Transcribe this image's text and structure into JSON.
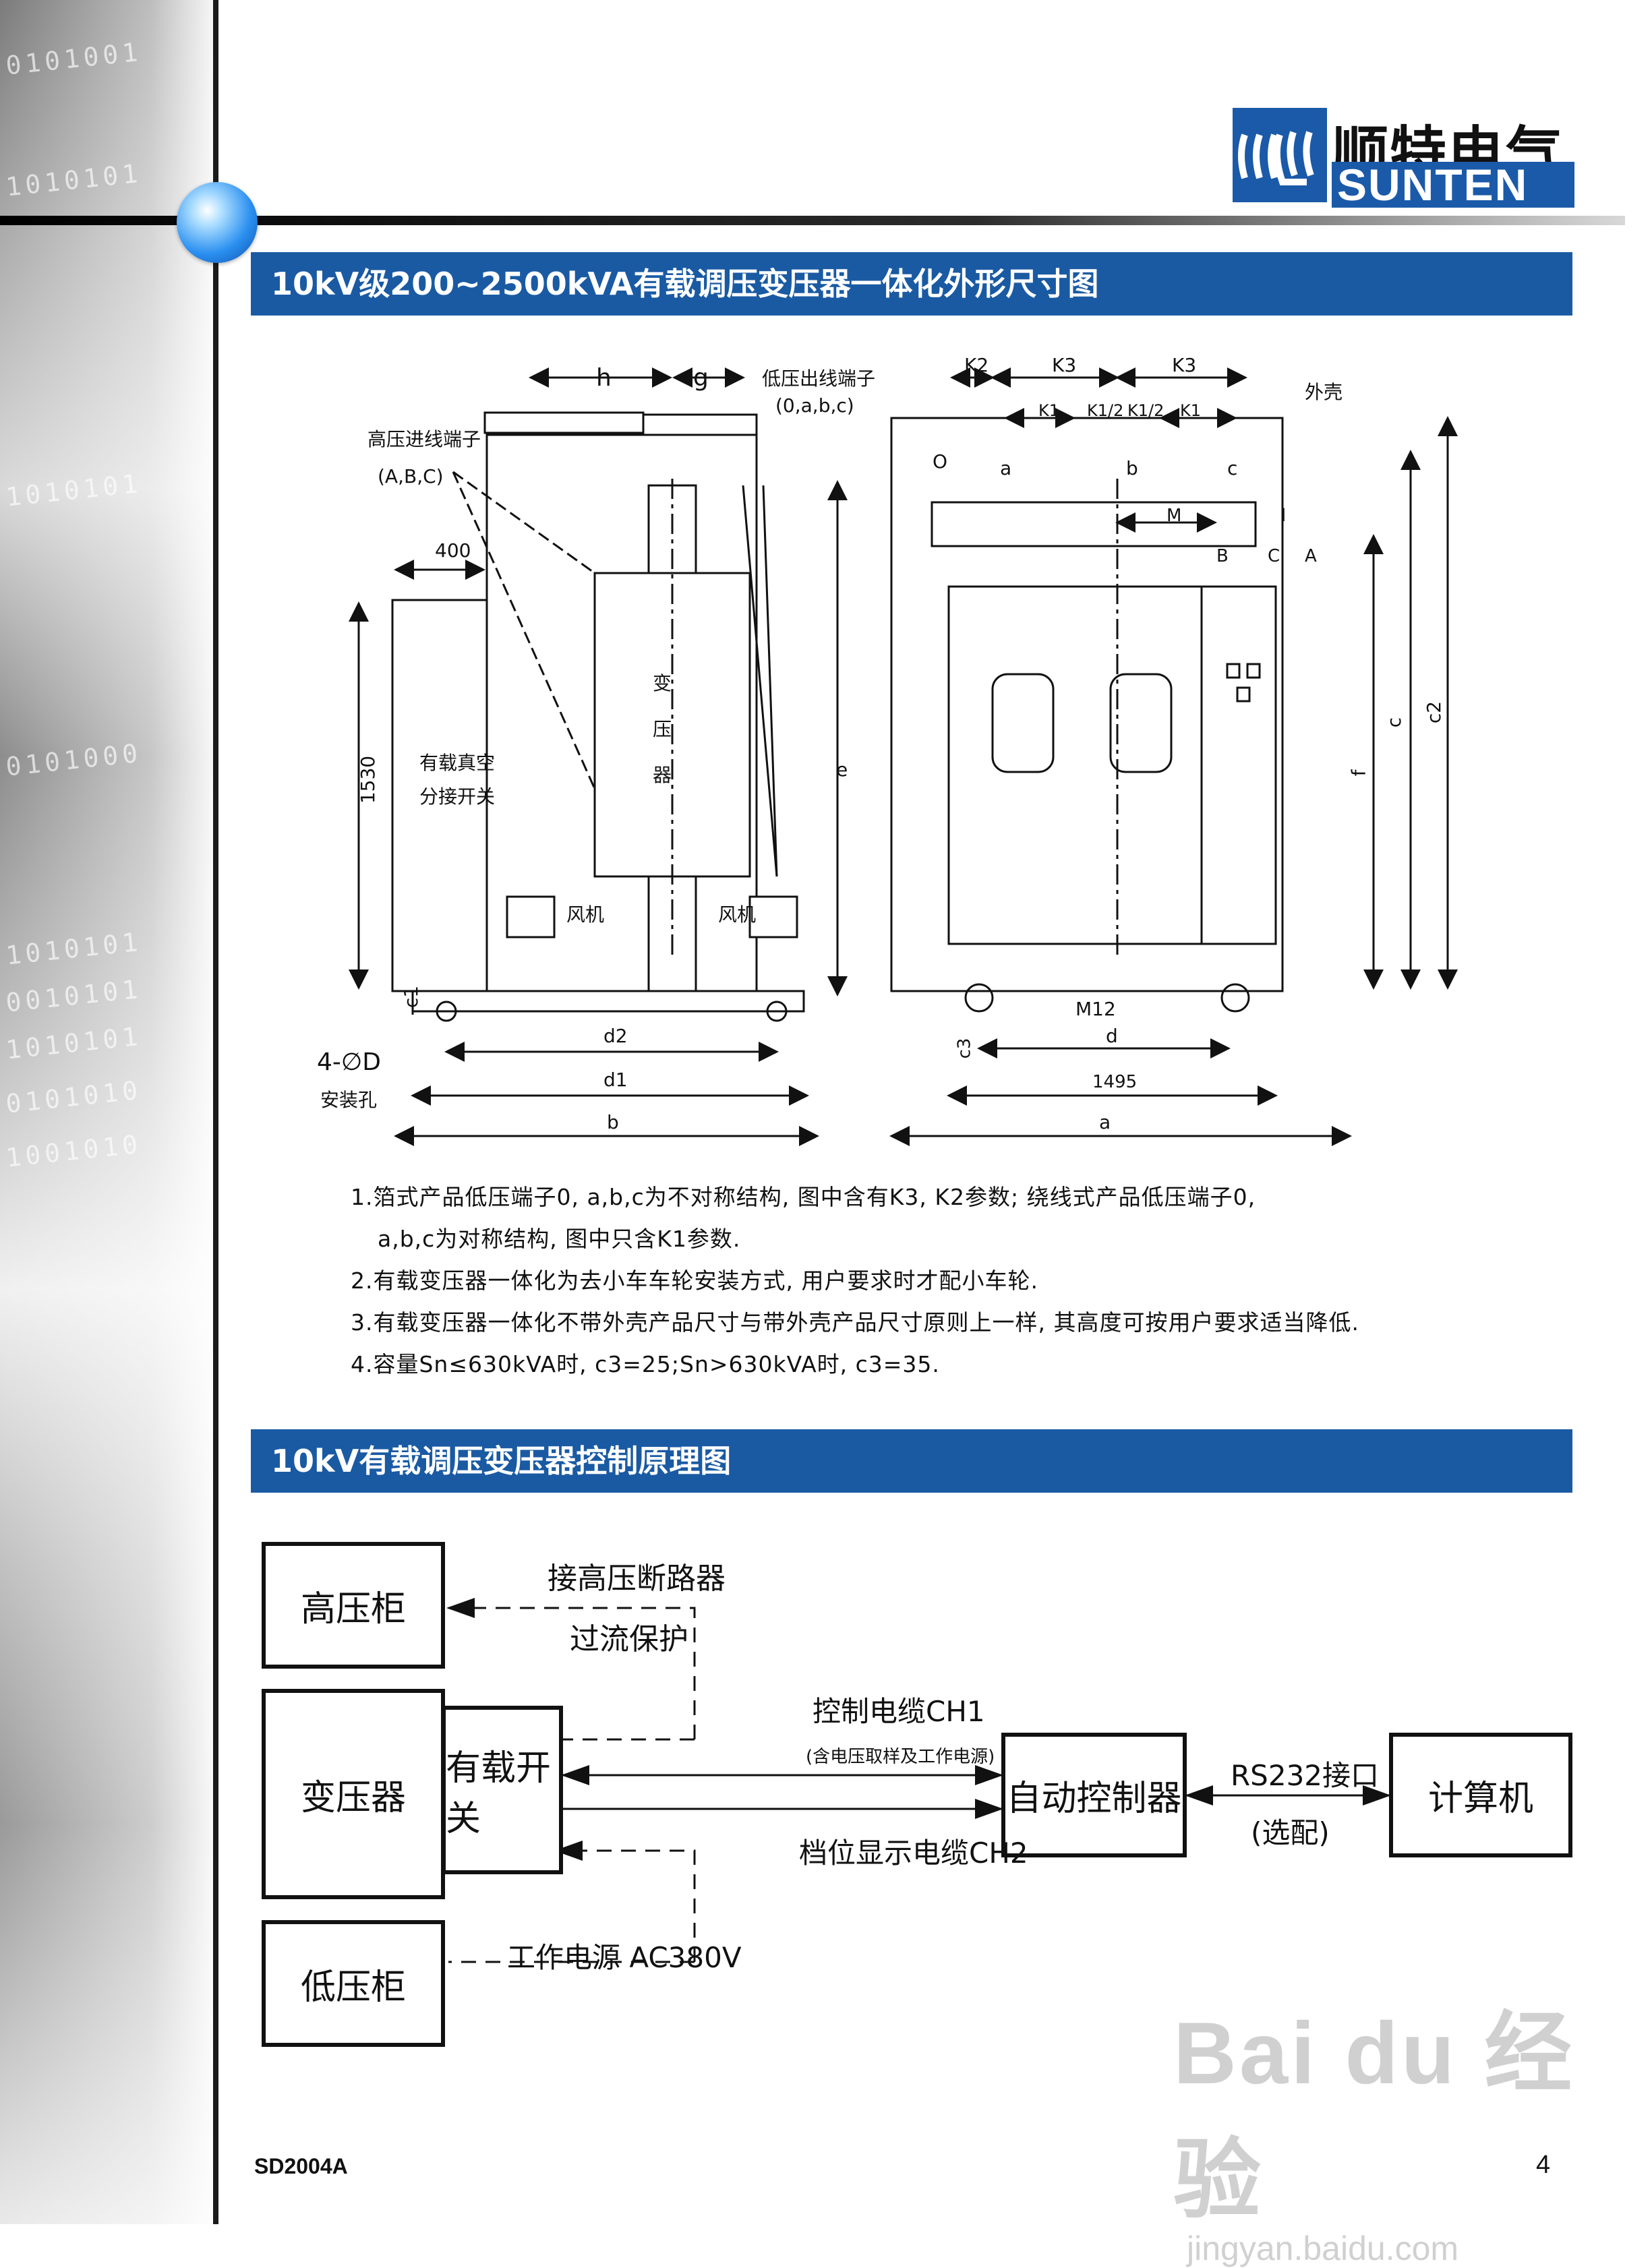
{
  "brand": {
    "name_cn": "顺特电气",
    "name_en": "SUNTEN"
  },
  "section1": {
    "title": "10kV级200~2500kVA有载调压变压器一体化外形尺寸图"
  },
  "drawing": {
    "left_view": {
      "hv_terminal": "高压进线端子",
      "hv_terminal_phases": "(A,B,C)",
      "lv_terminal": "低压出线端子",
      "lv_terminal_phases": "(0,a,b,c)",
      "switch_label_1": "有载真空",
      "switch_label_2": "分接开关",
      "transformer": "变压器",
      "fan": "风机",
      "mount_holes": "4-∅D",
      "mount_holes_sub": "安装孔",
      "dims": {
        "h": "h",
        "g": "g",
        "w400": "400",
        "h1530": "1530",
        "e": "e",
        "c1": "c1",
        "d2": "d2",
        "d1": "d1",
        "b": "b"
      }
    },
    "right_view": {
      "enclosure": "外壳",
      "dims": {
        "K2": "K2",
        "K3": "K3",
        "K1": "K1",
        "K1_2": "K1/2",
        "M": "M",
        "l": "l",
        "c": "c",
        "c2": "c2",
        "f": "f",
        "c3": "c3",
        "d": "d",
        "w1495": "1495",
        "a": "a"
      },
      "terminals": {
        "O": "O",
        "a": "a",
        "b": "b",
        "c": "c",
        "A": "A",
        "B": "B",
        "C": "C"
      },
      "ground": "M12"
    }
  },
  "notes": [
    "1.箔式产品低压端子0, a,b,c为不对称结构, 图中含有K3, K2参数; 绕线式产品低压端子0,",
    "a,b,c为对称结构, 图中只含K1参数.",
    "2.有载变压器一体化为去小车车轮安装方式, 用户要求时才配小车轮.",
    "3.有载变压器一体化不带外壳产品尺寸与带外壳产品尺寸原则上一样, 其高度可按用户要求适当降低.",
    "4.容量Sn≤630kVA时, c3=25;Sn>630kVA时, c3=35."
  ],
  "section2": {
    "title": "10kV有载调压变压器控制原理图"
  },
  "schematic": {
    "hv_cabinet": "高压柜",
    "transformer": "变压器",
    "oltc": "有载开关",
    "lv_cabinet": "低压柜",
    "controller": "自动控制器",
    "computer": "计算机",
    "hv_breaker_1": "接高压断路器",
    "hv_breaker_2": "过流保护",
    "cable_ch1": "控制电缆CH1",
    "cable_ch1_sub": "(含电压取样及工作电源)",
    "cable_ch2": "档位显示电缆CH2",
    "power": "工作电源 AC380V",
    "rs232": "RS232接口",
    "optional": "(选配)"
  },
  "footer": {
    "code": "SD2004A",
    "page": "4"
  },
  "watermark": {
    "main": "Bai du 经验",
    "url": "jingyan.baidu.com"
  }
}
